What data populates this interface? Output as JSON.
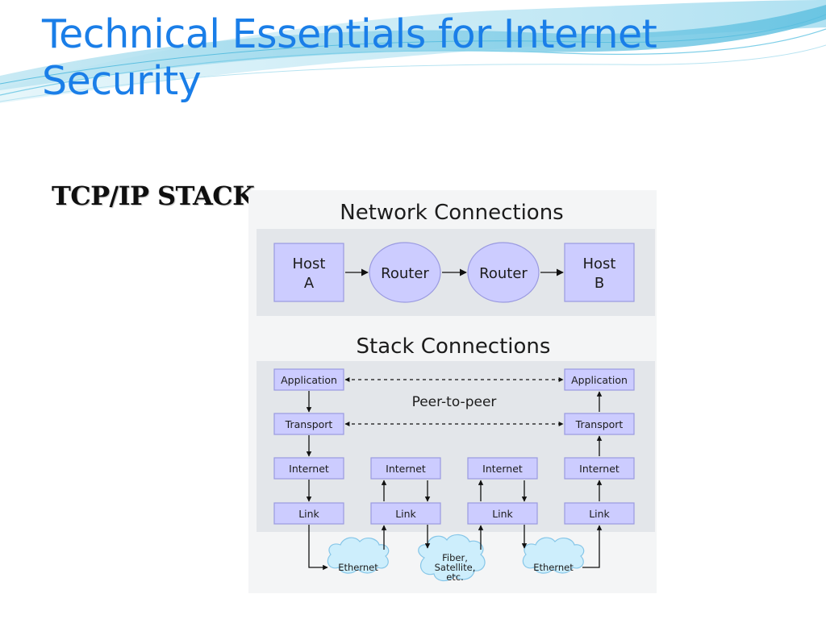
{
  "slide": {
    "title_line1": "Technical Essentials for Internet",
    "title_line2": "Security",
    "section_heading": "TCP/IP STACK",
    "colors": {
      "title": "#1a7ee8",
      "box_fill": "#ccccff",
      "box_stroke": "#9a9ae0",
      "panel_fill": "#e3e6ea",
      "cloud_fill": "#cdeefc",
      "cloud_stroke": "#86c6e8"
    }
  },
  "network_connections": {
    "title": "Network Connections",
    "nodes": [
      {
        "line1": "Host",
        "line2": "A"
      },
      {
        "line1": "Router",
        "line2": ""
      },
      {
        "line1": "Router",
        "line2": ""
      },
      {
        "line1": "Host",
        "line2": "B"
      }
    ]
  },
  "stack_connections": {
    "title": "Stack Connections",
    "peer_label": "Peer-to-peer",
    "host_a": [
      "Application",
      "Transport",
      "Internet",
      "Link"
    ],
    "router_1": [
      "Internet",
      "Link"
    ],
    "router_2": [
      "Internet",
      "Link"
    ],
    "host_b": [
      "Application",
      "Transport",
      "Internet",
      "Link"
    ],
    "media": [
      {
        "lines": [
          "Ethernet"
        ]
      },
      {
        "lines": [
          "Fiber,",
          "Satellite,",
          "etc."
        ]
      },
      {
        "lines": [
          "Ethernet"
        ]
      }
    ]
  }
}
